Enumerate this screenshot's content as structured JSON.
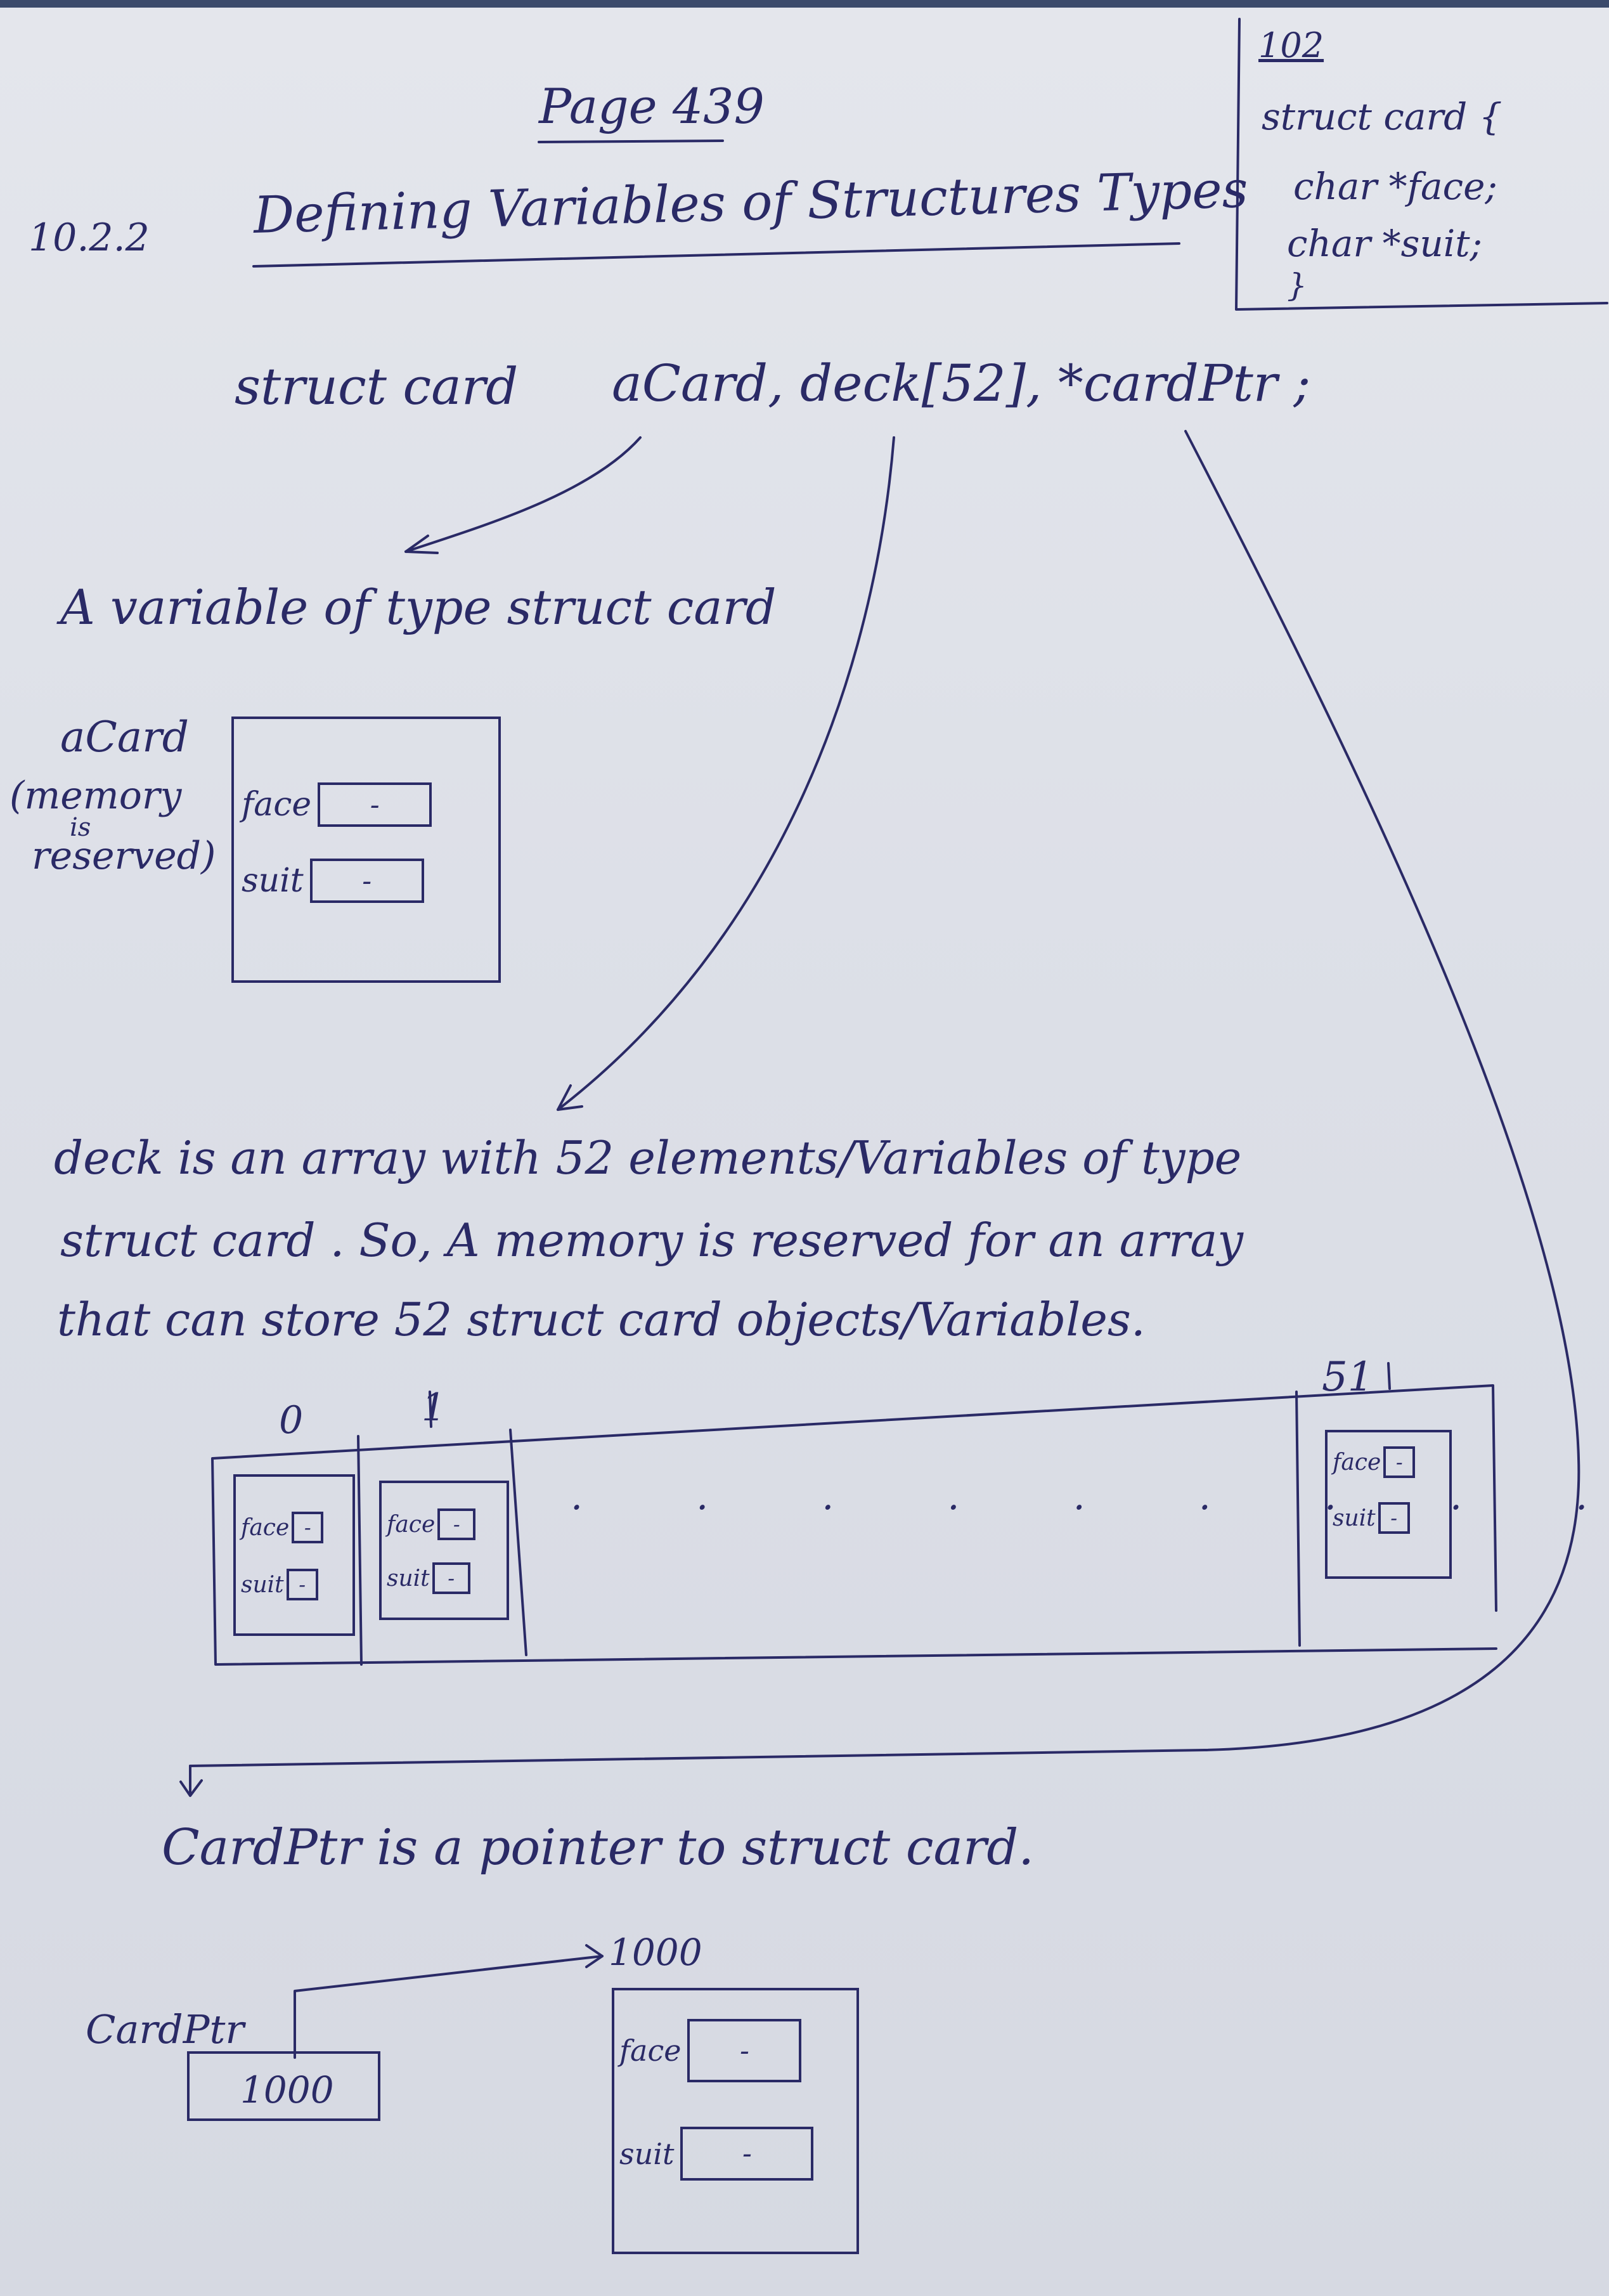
{
  "sidebar_note": {
    "number": "102",
    "line1": "struct card {",
    "line2": "char *face;",
    "line3": "char *suit;",
    "line4": "}"
  },
  "header": {
    "page_ref": "Page 439",
    "section_number": "10.2.2",
    "section_title": "Defining Variables of Structures Types"
  },
  "declaration": {
    "keyword": "struct card",
    "variables": "aCard, deck[52], *cardPtr ;"
  },
  "acard": {
    "caption": "A variable of type struct card",
    "name": "aCard",
    "note_line1": "(memory",
    "note_line2": "is",
    "note_line3": "reserved)",
    "face_label": "face",
    "face_value": "-",
    "suit_label": "suit",
    "suit_value": "-"
  },
  "deck": {
    "text_line1": "deck is an array with 52 elements/Variables of type",
    "text_line2": "struct card . So, A memory is reserved for an array",
    "text_line3": "that can store 52 struct card objects/Variables.",
    "index_first": "0",
    "index_second": "1",
    "index_last": "51",
    "dots": ". . . . . . . . .",
    "face_label": "face",
    "suit_label": "suit",
    "slot_value": "-"
  },
  "pointer": {
    "caption": "CardPtr is a pointer to struct card.",
    "name": "CardPtr",
    "value": "1000",
    "target_address": "1000",
    "face_label": "face",
    "face_value": "-",
    "suit_label": "suit",
    "suit_value": "-"
  }
}
